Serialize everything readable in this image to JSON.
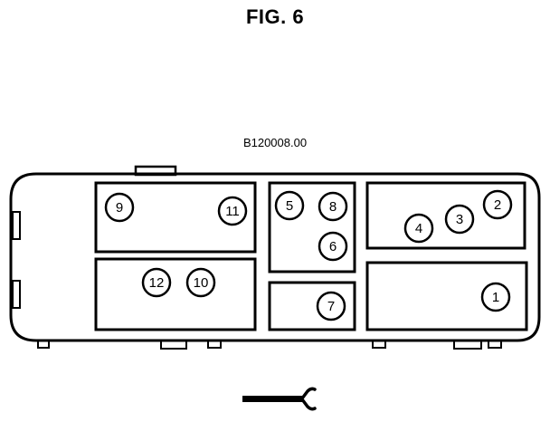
{
  "figure": {
    "title": "FIG. 6",
    "reference": "B120008.00"
  },
  "callouts": [
    "9",
    "11",
    "12",
    "10",
    "5",
    "8",
    "6",
    "7",
    "4",
    "3",
    "2",
    "1"
  ],
  "icons": {
    "direction_marker": "wrench-arrow-icon"
  },
  "colors": {
    "ink": "#000000",
    "paper": "#ffffff"
  }
}
